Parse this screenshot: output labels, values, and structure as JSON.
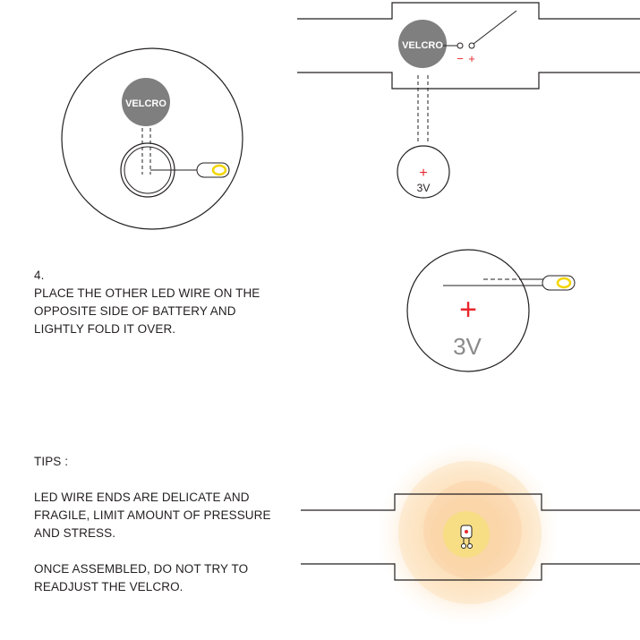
{
  "diagram": {
    "top_left": {
      "velcro_label": "VELCRO"
    },
    "top_right": {
      "velcro_label": "VELCRO",
      "minus_sign": "−",
      "plus_sign": "+",
      "battery_plus": "+",
      "battery_voltage": "3V"
    },
    "step4_battery": {
      "plus_sign": "+",
      "voltage": "3V"
    }
  },
  "step4": {
    "number": "4.",
    "lines": [
      "PLACE THE OTHER LED WIRE ON THE",
      "OPPOSITE SIDE OF BATTERY AND",
      "LIGHTLY FOLD IT OVER."
    ]
  },
  "tips": {
    "heading": "TIPS :",
    "paragraph1": [
      "LED WIRE ENDS ARE DELICATE AND",
      "FRAGILE, LIMIT AMOUNT OF PRESSURE",
      "AND STRESS."
    ],
    "paragraph2": [
      "ONCE ASSEMBLED, DO NOT TRY TO",
      "READJUST THE VELCRO."
    ]
  },
  "colors": {
    "line": "#231f20",
    "velcro_fill": "#7f7f7f",
    "polarity_red": "#e8262c",
    "led_yellow": "#f2d600",
    "voltage_grey": "#8a8a8a",
    "glow": "#f9c97a"
  }
}
